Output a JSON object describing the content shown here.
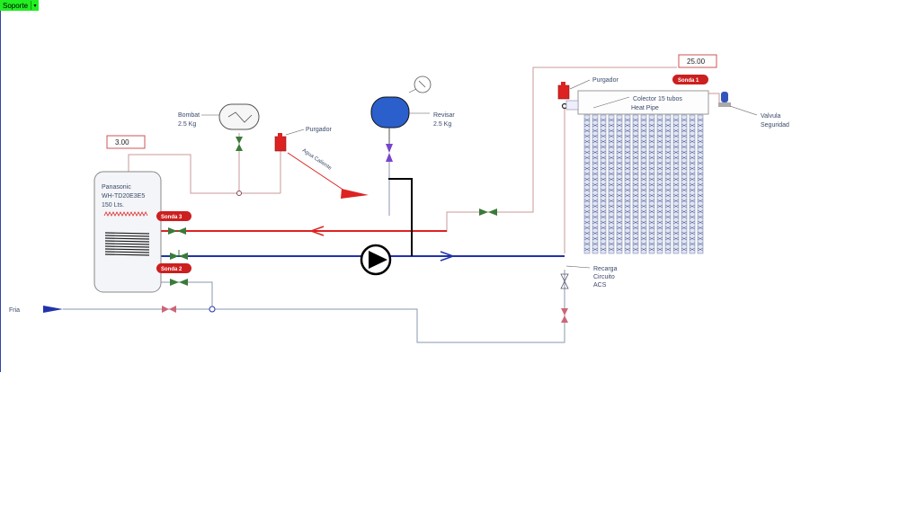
{
  "menu": {
    "label": "Soporte"
  },
  "values": {
    "tank_setpoint": "3.00",
    "collector_temp": "25.00"
  },
  "labels": {
    "tank_line1": "Panasonic",
    "tank_line2": "WH-TD20E3E5",
    "tank_line3": "150 Lts.",
    "bomba_line1": "Bombat",
    "bomba_line2": "2.5 Kg",
    "purgador_left": "Purgador",
    "purgador_right": "Purgador",
    "agua_caliente": "Agua Caliente",
    "expansion_line1": "Revisar",
    "expansion_line2": "2.5 Kg",
    "collector_line1": "Colector 15 tubos",
    "collector_line2": "Heat Pipe",
    "valvula_line1": "Valvula",
    "valvula_line2": "Seguridad",
    "recarga_line1": "Recarga",
    "recarga_line2": "Circuito",
    "recarga_line3": "ACS",
    "fria": "Fria"
  },
  "sensors": {
    "sonda1": "Sonda 1",
    "sonda2": "Sonda 2",
    "sonda3": "Sonda 3"
  },
  "colors": {
    "hot": "#dd2222",
    "cold": "#2233aa",
    "pipe": "#c08888",
    "pipe_grey": "#8a97b0",
    "accent_green": "#22ee22"
  }
}
